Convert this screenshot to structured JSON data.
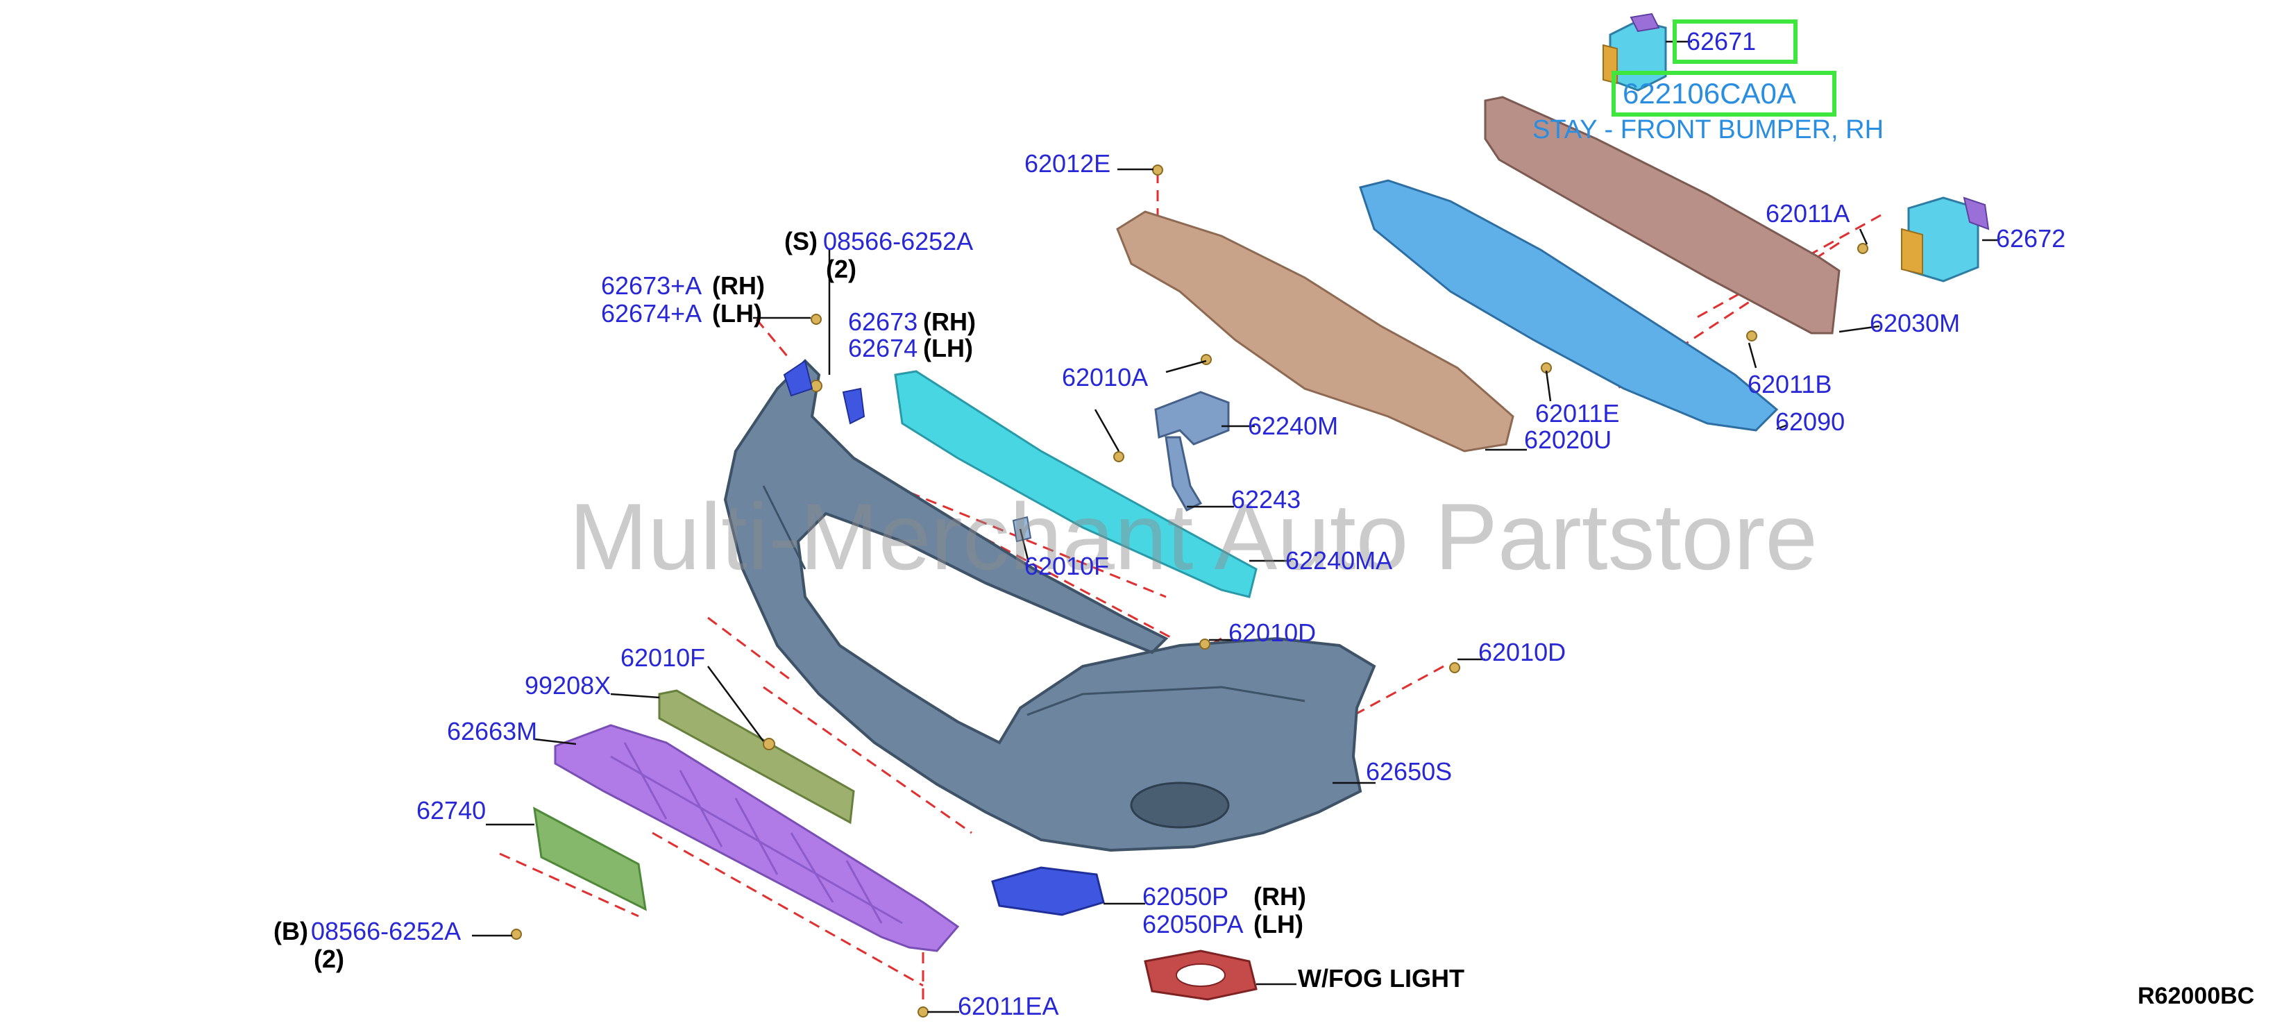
{
  "diagram": {
    "watermark": "Multi-Merchant Auto Partstore",
    "diagram_code": "R62000BC",
    "highlighted": {
      "part_a": "62671",
      "part_b": "622106CA0A",
      "description": "STAY - FRONT BUMPER, RH"
    },
    "labels": {
      "p62012E": "62012E",
      "p08566_top": "08566-6252A",
      "p62673A": "62673+A",
      "p62674A": "62674+A",
      "p62673": "62673",
      "p62674": "62674",
      "p62010A": "62010A",
      "p62240M": "62240M",
      "p62243": "62243",
      "p62010F_top": "62010F",
      "p62240MA": "62240MA",
      "p62010D_mid": "62010D",
      "p62010D_right": "62010D",
      "p62650S": "62650S",
      "p62011A": "62011A",
      "p62672": "62672",
      "p62030M": "62030M",
      "p62011B": "62011B",
      "p62090": "62090",
      "p62011E": "62011E",
      "p62020U": "62020U",
      "p62010F_low": "62010F",
      "p99208X": "99208X",
      "p62663M": "62663M",
      "p62740": "62740",
      "p08566_bottom": "08566-6252A",
      "p62050P": "62050P",
      "p62050PA": "62050PA",
      "p62011EA": "62011EA"
    },
    "notes": {
      "s_marker": "(S)",
      "b_marker": "(B)",
      "qty_top": "(2)",
      "qty_bottom": "(2)",
      "rh_1": "(RH)",
      "lh_1": "(LH)",
      "rh_2": "(RH)",
      "lh_2": "(LH)",
      "rh_3": "(RH)",
      "lh_3": "(LH)",
      "fog": "W/FOG LIGHT"
    },
    "colors": {
      "label": "#2727d6",
      "highlight": "#3ee63e",
      "stay_text": "#2a8ee0",
      "leader": "#111111",
      "dashed": "#e03030",
      "bumper": "#6d859e",
      "absorber": "#49d6e3",
      "underguard": "#b07be6",
      "reinforcement": "#b89088",
      "undercover": "#c8a38a",
      "plate": "#86b86b",
      "stay": "#5fb0e8",
      "bracket": "#7f9fc8",
      "fog_cover": "#3f56e0",
      "fog_bezel": "#c54a4a"
    }
  }
}
